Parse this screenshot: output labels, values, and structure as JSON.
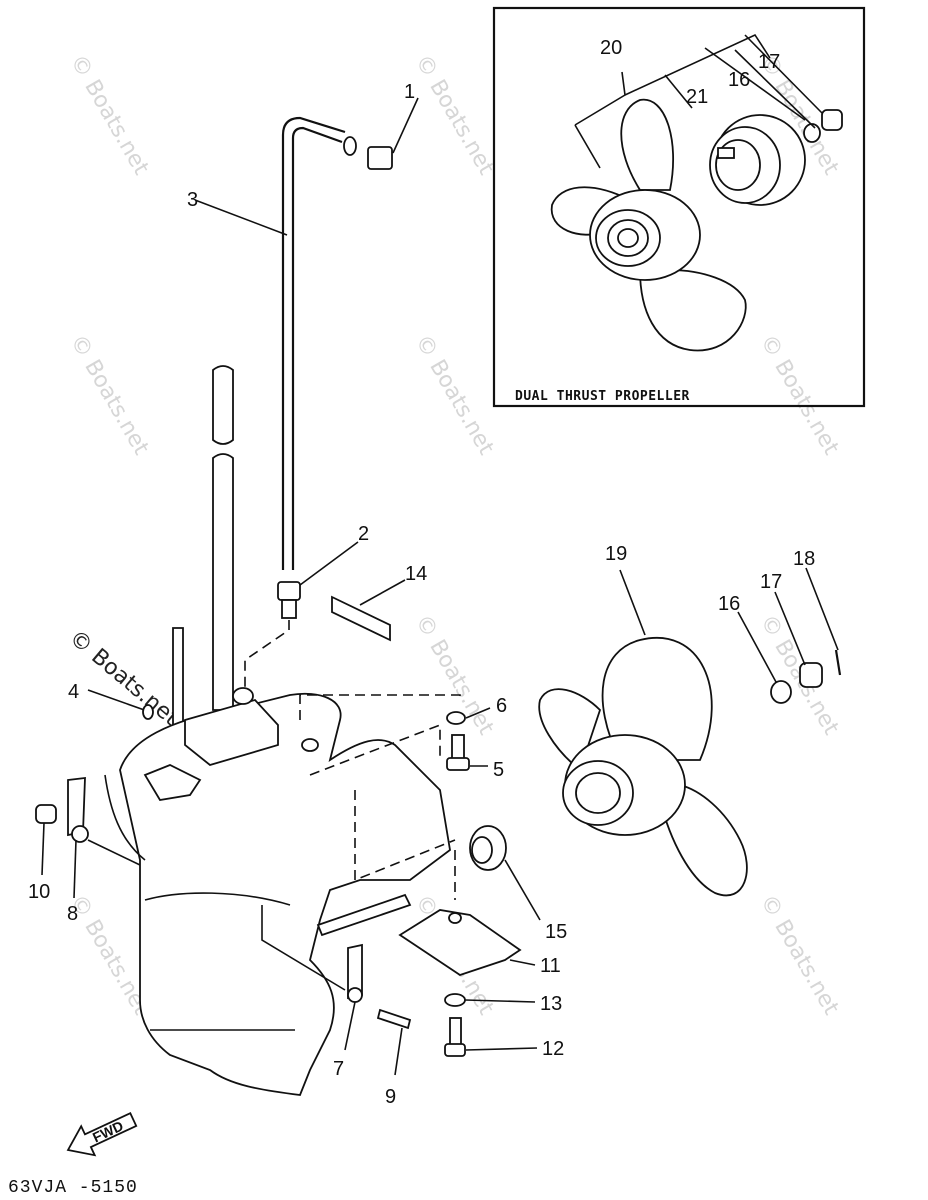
{
  "callouts": [
    {
      "num": "1"
    },
    {
      "num": "2"
    },
    {
      "num": "3"
    },
    {
      "num": "4"
    },
    {
      "num": "5"
    },
    {
      "num": "6"
    },
    {
      "num": "7"
    },
    {
      "num": "8"
    },
    {
      "num": "9"
    },
    {
      "num": "10"
    },
    {
      "num": "11"
    },
    {
      "num": "12"
    },
    {
      "num": "13"
    },
    {
      "num": "14"
    },
    {
      "num": "15"
    },
    {
      "num": "16"
    },
    {
      "num": "17"
    },
    {
      "num": "18"
    },
    {
      "num": "19"
    },
    {
      "num": "16"
    },
    {
      "num": "17"
    },
    {
      "num": "20"
    },
    {
      "num": "21"
    }
  ],
  "inset": {
    "label": "DUAL THRUST PROPELLER"
  },
  "fwd_label": "FWD",
  "diagram_code": "63VJA -5150",
  "watermark": "© Boats.net"
}
